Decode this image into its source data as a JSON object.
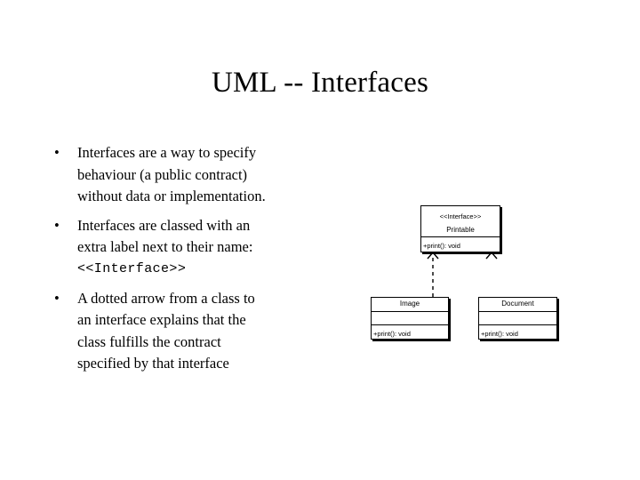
{
  "slide": {
    "title": "UML -- Interfaces",
    "background_color": "#ffffff",
    "text_color": "#000000"
  },
  "body": {
    "bullet_marker": "•",
    "bullets": [
      {
        "id": "bullet-interfaces-specify",
        "lines": [
          "Interfaces are a way to specify",
          "behaviour (a public contract)",
          "without data or implementation."
        ],
        "mono_lines": []
      },
      {
        "id": "bullet-extra-label",
        "lines": [
          "Interfaces are classed with an",
          "extra label next to their name:"
        ],
        "mono_lines": [
          "<<Interface>>"
        ]
      },
      {
        "id": "bullet-dotted-arrow",
        "lines": [
          "A dotted arrow from a class to",
          "an interface explains that the",
          "class fulfills the contract",
          "specified by that interface"
        ],
        "mono_lines": []
      }
    ]
  },
  "diagram": {
    "name": "uml-class-diagram",
    "line_color": "#000000",
    "fill_color": "#ffffff",
    "interface": {
      "stereotype": "<<Interface>>",
      "class_name": "Printable",
      "method": "+print(): void"
    },
    "classes": [
      {
        "id": "image",
        "class_name": "Image",
        "attributes": "",
        "method": "+print(): void"
      },
      {
        "id": "document",
        "class_name": "Document",
        "attributes": "",
        "method": "+print(): void"
      }
    ],
    "relationships": [
      {
        "id": "image-realizes-printable",
        "kind": "realization",
        "style": "dashed",
        "arrowhead": "open-triangle",
        "from": "Image",
        "to": "Printable"
      },
      {
        "id": "document-realizes-printable",
        "kind": "realization",
        "style": "arrowhead-only",
        "arrowhead": "open-triangle",
        "from": "Document",
        "to": "Printable"
      }
    ]
  }
}
